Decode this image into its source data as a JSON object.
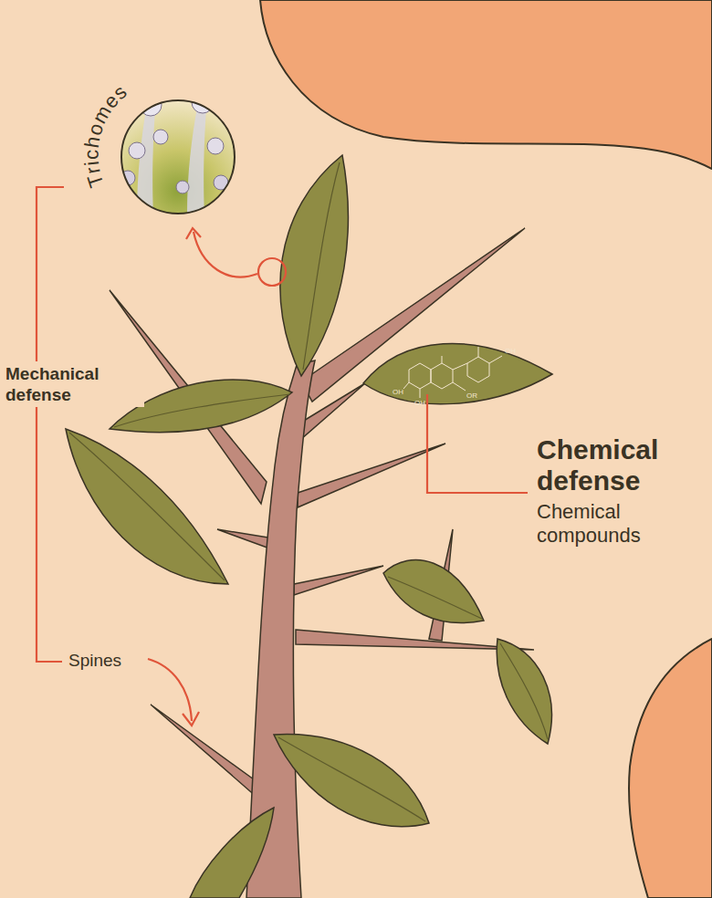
{
  "diagram": {
    "labels": [
      "Trichomes",
      "Mechanical defense",
      "Spines",
      "Chemical defense",
      "Chemical compounds",
      "OH",
      "OH",
      "OH",
      "OR"
    ]
  }
}
